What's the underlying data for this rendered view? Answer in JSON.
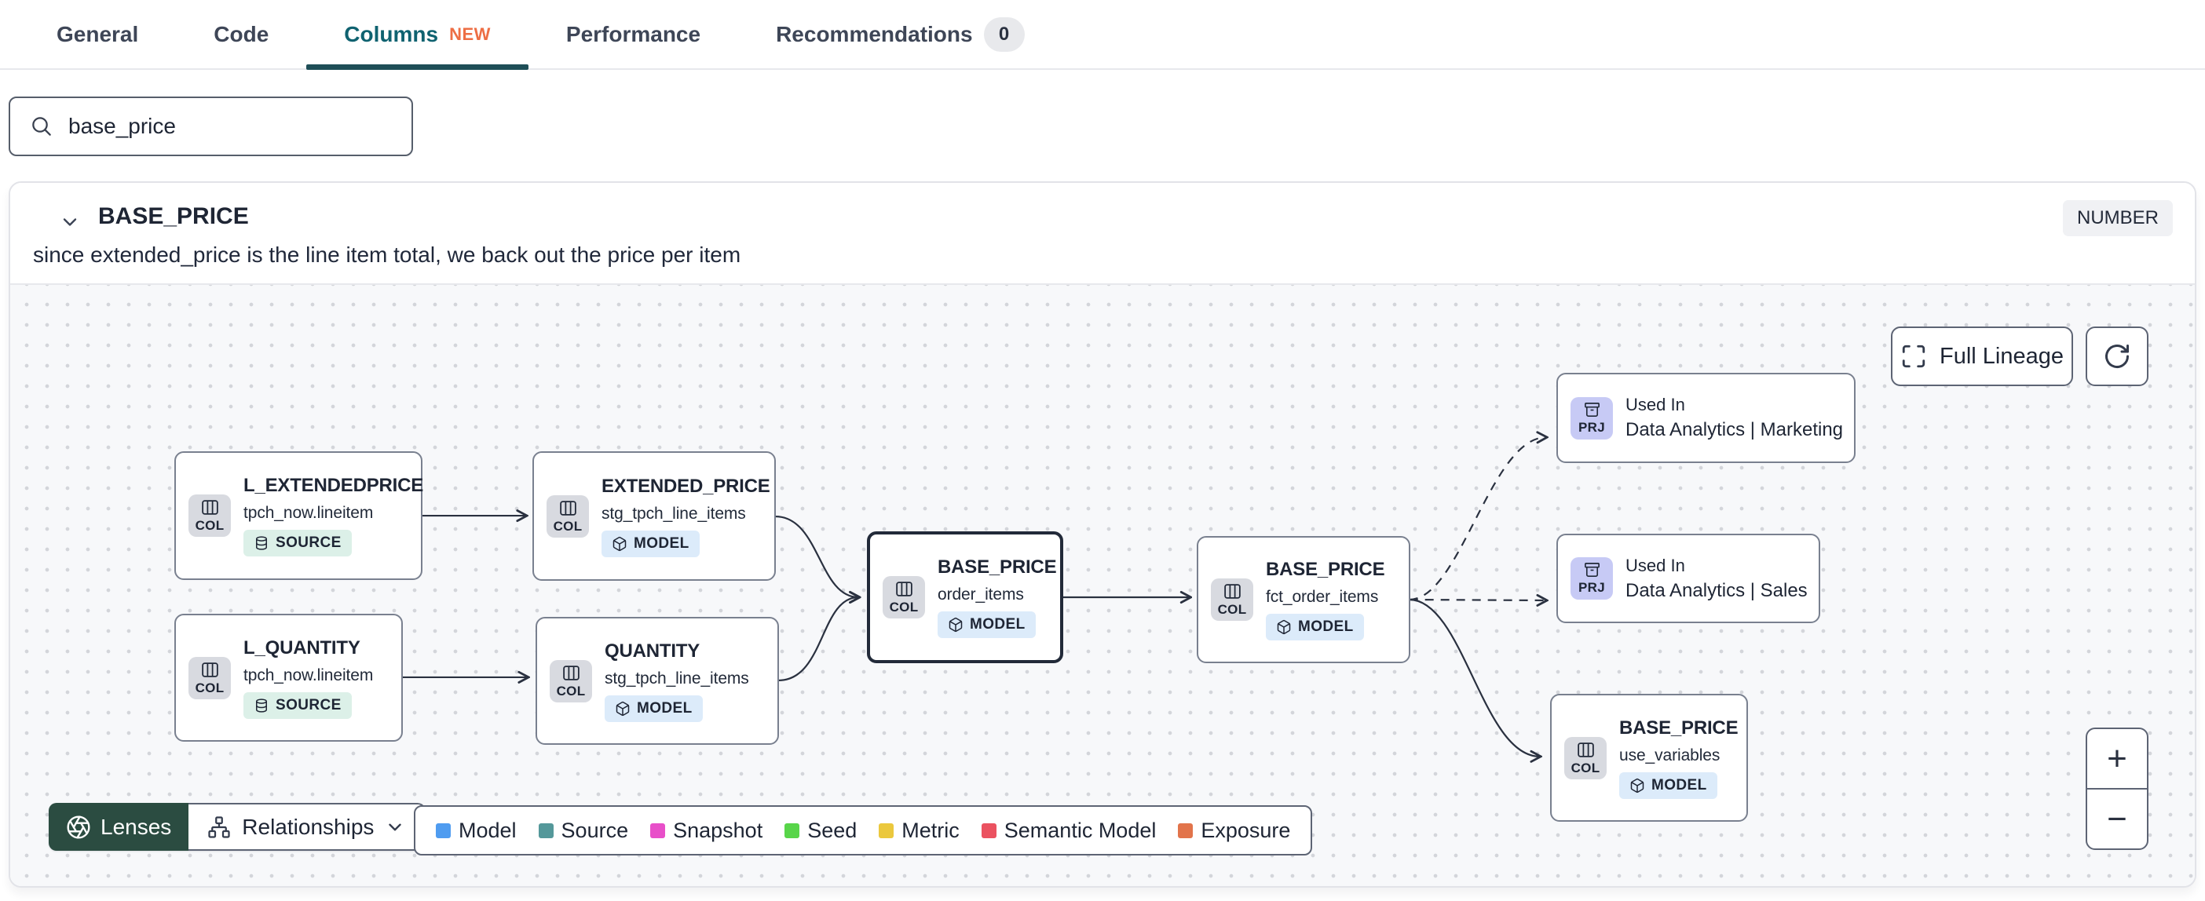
{
  "tabs": {
    "items": [
      {
        "label": "General"
      },
      {
        "label": "Code"
      },
      {
        "label": "Columns",
        "badge": "NEW",
        "active": true
      },
      {
        "label": "Performance"
      },
      {
        "label": "Recommendations",
        "count": "0"
      }
    ]
  },
  "search": {
    "value": "base_price"
  },
  "column_panel": {
    "title": "BASE_PRICE",
    "type_badge": "NUMBER",
    "description": "since extended_price is the line item total, we back out the price per item"
  },
  "toolbar": {
    "full_lineage_label": "Full Lineage"
  },
  "lenses_bar": {
    "lenses_label": "Lenses",
    "relationships_label": "Relationships"
  },
  "zoom_controls": {
    "zoom_in": "+",
    "zoom_out": "−"
  },
  "nodes": [
    {
      "kind": "COL",
      "title": "L_EXTENDEDPRICE",
      "subtitle": "tpch_now.lineitem",
      "badge": "SOURCE"
    },
    {
      "kind": "COL",
      "title": "EXTENDED_PRICE",
      "subtitle": "stg_tpch_line_items",
      "badge": "MODEL"
    },
    {
      "kind": "COL",
      "title": "L_QUANTITY",
      "subtitle": "tpch_now.lineitem",
      "badge": "SOURCE"
    },
    {
      "kind": "COL",
      "title": "QUANTITY",
      "subtitle": "stg_tpch_line_items",
      "badge": "MODEL"
    },
    {
      "kind": "COL",
      "title": "BASE_PRICE",
      "subtitle": "order_items",
      "badge": "MODEL",
      "selected": true
    },
    {
      "kind": "COL",
      "title": "BASE_PRICE",
      "subtitle": "fct_order_items",
      "badge": "MODEL"
    },
    {
      "kind": "PRJ",
      "title": "Used In",
      "subtitle": "Data Analytics | Marketing"
    },
    {
      "kind": "PRJ",
      "title": "Used In",
      "subtitle": "Data Analytics | Sales"
    },
    {
      "kind": "COL",
      "title": "BASE_PRICE",
      "subtitle": "use_variables",
      "badge": "MODEL"
    }
  ],
  "legend": {
    "items": [
      {
        "label": "Model",
        "color": "#4F9CF0"
      },
      {
        "label": "Source",
        "color": "#54989A"
      },
      {
        "label": "Snapshot",
        "color": "#E84FC9"
      },
      {
        "label": "Seed",
        "color": "#58D54A"
      },
      {
        "label": "Metric",
        "color": "#EBC83D"
      },
      {
        "label": "Semantic Model",
        "color": "#EB5260"
      },
      {
        "label": "Exposure",
        "color": "#E2744B"
      }
    ]
  },
  "colors": {
    "active_tab": "#0F6270",
    "new_badge": "#ED6E44",
    "lenses_bg": "#2B4C41",
    "source_badge_bg": "#DCF0E8",
    "model_badge_bg": "#DCEBFA",
    "prj_badge_bg": "#C7CAF5",
    "edge": "#2A3140"
  }
}
